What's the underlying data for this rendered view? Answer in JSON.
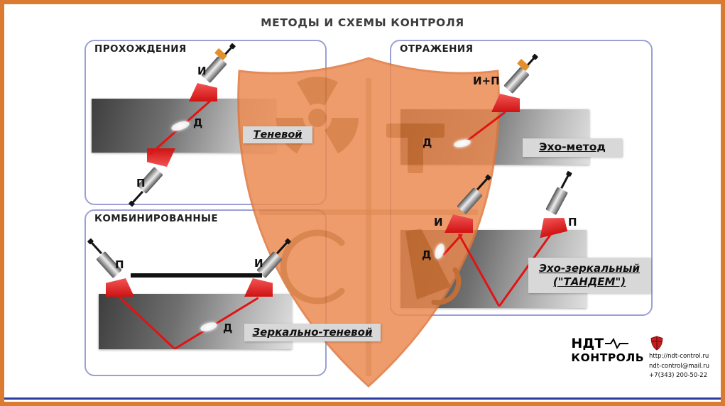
{
  "title": "МЕТОДЫ И СХЕМЫ КОНТРОЛЯ",
  "panels": {
    "transmission": {
      "label": "ПРОХОЖДЕНИЯ",
      "method": "Теневой",
      "emitter": "И",
      "receiver": "П",
      "defect": "Д"
    },
    "reflection": {
      "label": "ОТРАЖЕНИЯ",
      "echo": {
        "method": "Эхо-метод",
        "transducer": "И+П",
        "defect": "Д"
      },
      "tandem": {
        "method_line1": "Эхо-зеркальный",
        "method_line2": "(\"ТАНДЕМ\")",
        "emitter": "И",
        "receiver": "П",
        "defect": "Д"
      }
    },
    "combined": {
      "label": "КОМБИНИРОВАННЫЕ",
      "method": "Зеркально-теневой",
      "emitter": "И",
      "receiver": "П",
      "defect": "Д"
    }
  },
  "footer": {
    "brand_top": "НДТ",
    "brand_bottom": "КОНТРОЛЬ",
    "website": "http://ndt-control.ru",
    "email": "ndt-control@mail.ru",
    "phone": "+7(343) 200-50-22"
  },
  "icons": {
    "watermark": "radiation-shield-watermark",
    "brand_mark": "red-shield-icon",
    "pulse": "ecg-pulse-icon"
  },
  "colors": {
    "frame_border": "#db7b31",
    "shield_fill": "#ec8a50",
    "shield_detail": "#d4702f",
    "panel_border": "#9aa0d6",
    "beam_red": "#e01414",
    "probe_red": "#cf1212",
    "label_bg": "#d8d8d8",
    "bottom_line": "#2b3da0"
  }
}
